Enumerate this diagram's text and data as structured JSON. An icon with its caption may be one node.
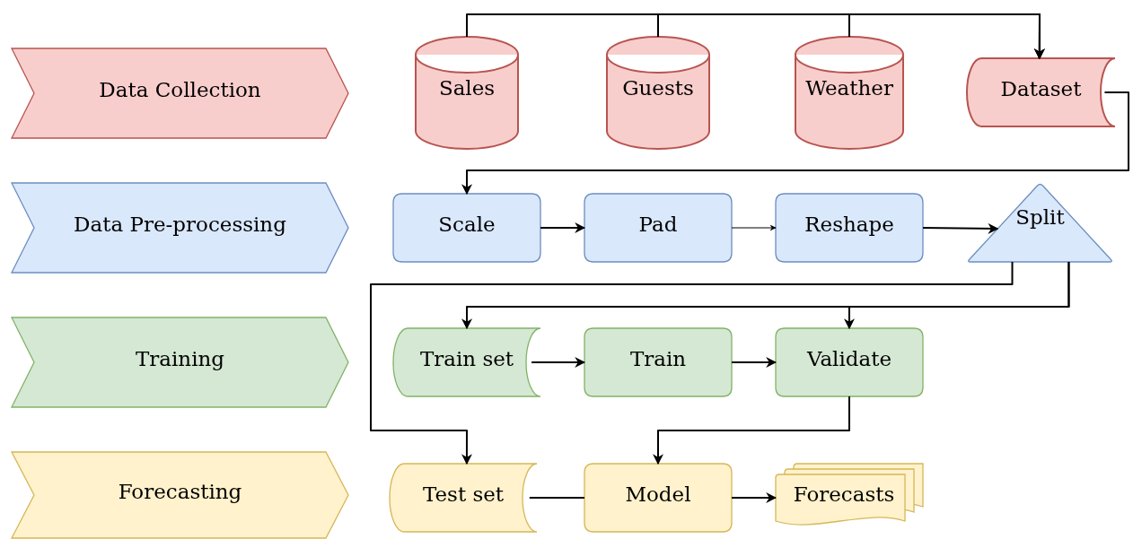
{
  "diagram": {
    "nodes": [
      {
        "text": [
          "Data Collection"
        ]
      },
      {
        "text": [
          "Data Pre-processing"
        ]
      },
      {
        "text": [
          "Training"
        ]
      },
      {
        "text": [
          "Forecasting"
        ]
      },
      {
        "text": [
          "Sales"
        ]
      },
      {
        "text": [
          "Guests"
        ]
      },
      {
        "text": [
          "Weather"
        ]
      },
      {
        "text": [
          "Dataset"
        ]
      },
      {
        "text": [
          "Scale"
        ]
      },
      {
        "text": [
          "Pad"
        ]
      },
      {
        "text": [
          "Reshape"
        ]
      },
      {
        "text": [
          "Split"
        ]
      },
      {
        "text": [
          "Train set"
        ]
      },
      {
        "text": [
          "Train"
        ]
      },
      {
        "text": [
          "Validate"
        ]
      },
      {
        "text": [
          "Test set"
        ]
      },
      {
        "text": [
          "Model"
        ]
      },
      {
        "text": [
          "Forecasts"
        ]
      }
    ],
    "edges": [
      {
        "from": 4,
        "to": 7,
        "arrow": "to"
      },
      {
        "from": 5,
        "to": 7,
        "arrow": "to"
      },
      {
        "from": 6,
        "to": 7,
        "arrow": "to"
      },
      {
        "from": 7,
        "to": 8,
        "arrow": "to"
      },
      {
        "from": 8,
        "to": 9,
        "arrow": "to"
      },
      {
        "from": 9,
        "to": 10,
        "arrow": "to"
      },
      {
        "from": 10,
        "to": 11,
        "arrow": "to"
      },
      {
        "from": 11,
        "to": 15,
        "arrow": "to"
      },
      {
        "from": 11,
        "to": 12,
        "arrow": "to"
      },
      {
        "from": 11,
        "to": 14,
        "arrow": "to"
      },
      {
        "from": 12,
        "to": 13,
        "arrow": "to"
      },
      {
        "from": 13,
        "to": 14,
        "arrow": "to"
      },
      {
        "from": 14,
        "to": 16,
        "arrow": "to"
      },
      {
        "from": 15,
        "to": 16,
        "arrow": "none"
      },
      {
        "from": 16,
        "to": 17,
        "arrow": "to"
      }
    ]
  }
}
